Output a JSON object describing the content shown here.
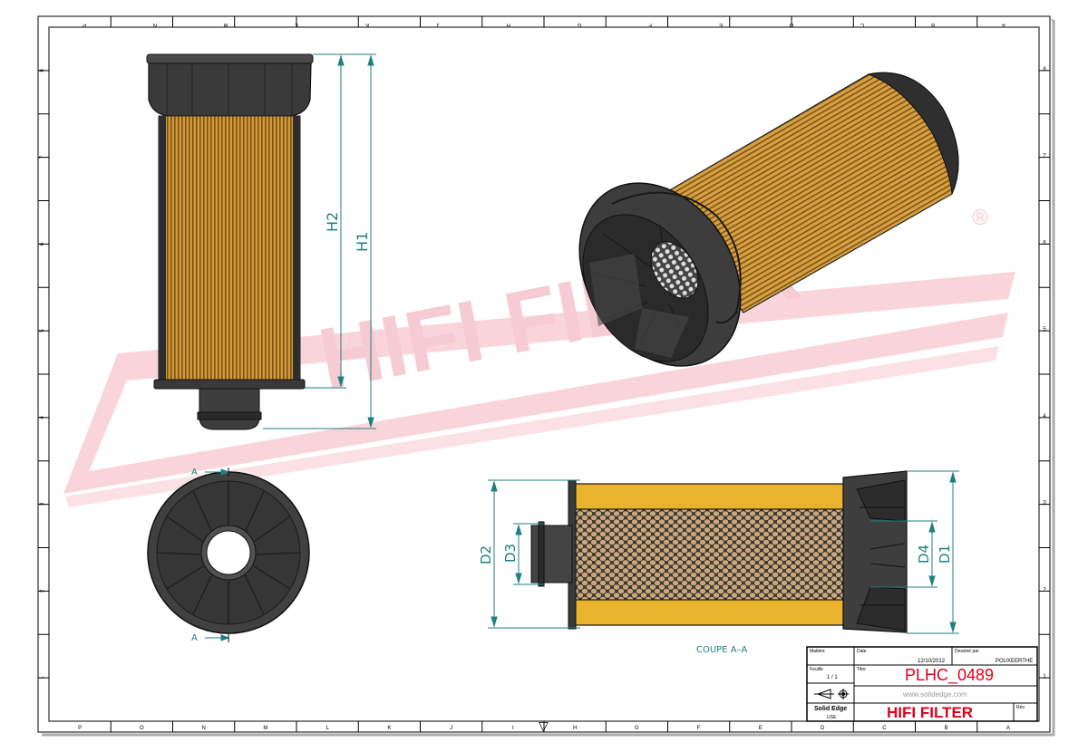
{
  "drawing": {
    "border_top_letters": [
      "A",
      "B",
      "C",
      "D",
      "E",
      "F",
      "G",
      "H",
      "J",
      "K",
      "L",
      "M",
      "N",
      "P"
    ],
    "border_bottom_letters": [
      "P",
      "O",
      "N",
      "M",
      "L",
      "K",
      "J",
      "I",
      "H",
      "G",
      "F",
      "E",
      "D",
      "C",
      "B",
      "A"
    ],
    "border_side_numbers": [
      "8",
      "7",
      "6",
      "5",
      "4",
      "3",
      "2",
      "1"
    ],
    "section_label": "COUPE A–A",
    "section_mark": "A",
    "dimensions": {
      "h1": "H1",
      "h2": "H2",
      "d1": "D1",
      "d2": "D2",
      "d3": "D3",
      "d4": "D4"
    },
    "watermark": {
      "text": "HIFI FILTER",
      "registered": "®"
    }
  },
  "title_block": {
    "matiere_label": "Matière",
    "date_label": "Date",
    "dessine_label": "Dessiné par",
    "date_value": "12/10/2012",
    "author_value": "POUXEERTHE",
    "feuille_label": "Feuille",
    "feuille_value": "1 / 1",
    "titre_label": "Titre",
    "part_number": "PLHC_0489",
    "website": "www.solidedge.com",
    "software": "Solid Edge",
    "units": "USE",
    "company": "HIFI FILTER",
    "rev_label": "Rév."
  }
}
